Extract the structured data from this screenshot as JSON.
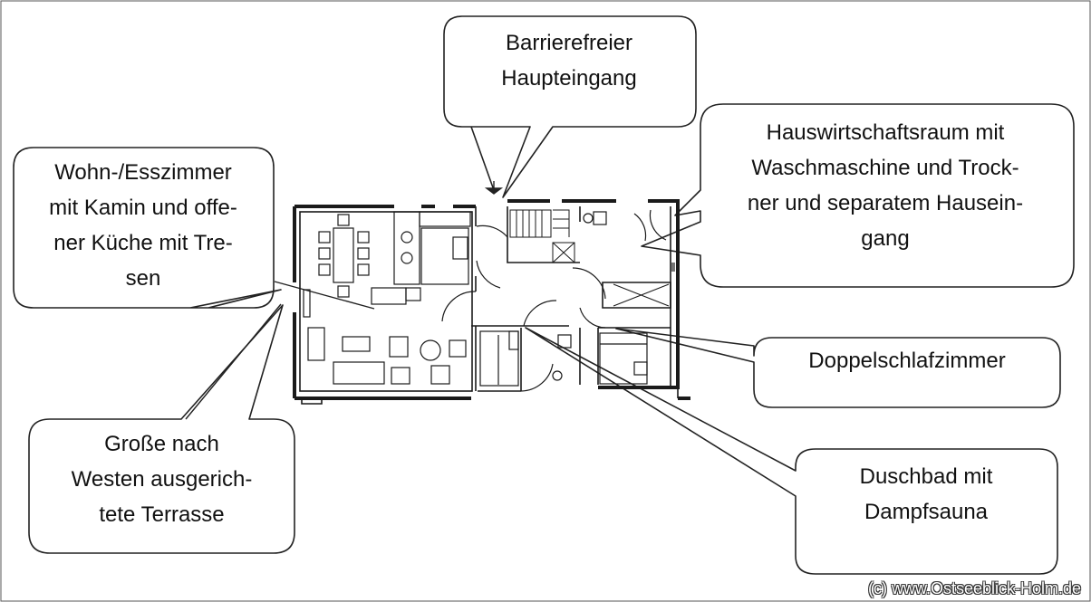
{
  "callouts": {
    "entrance": {
      "lines": [
        "Barrierefreier",
        "Haupteingang"
      ]
    },
    "utility": {
      "lines": [
        "Hauswirtschaftsraum mit",
        "Waschmaschine und Trock-",
        "ner und separatem Hausein-",
        "gang"
      ]
    },
    "living": {
      "lines": [
        "Wohn-/Esszimmer",
        "mit  Kamin und offe-",
        "ner Küche mit Tre-",
        "sen"
      ]
    },
    "bedroom": {
      "lines": [
        "Doppelschlafzimmer"
      ]
    },
    "terrace": {
      "lines": [
        "Große nach",
        "Westen ausgerich-",
        "tete Terrasse"
      ]
    },
    "bathroom": {
      "lines": [
        "Duschbad mit",
        "Dampfsauna"
      ]
    }
  },
  "copyright": "(c) www.Ostseeblick-Holm.de",
  "colors": {
    "stroke": "#222222",
    "wall": "#1a1a1a",
    "background": "#ffffff"
  }
}
